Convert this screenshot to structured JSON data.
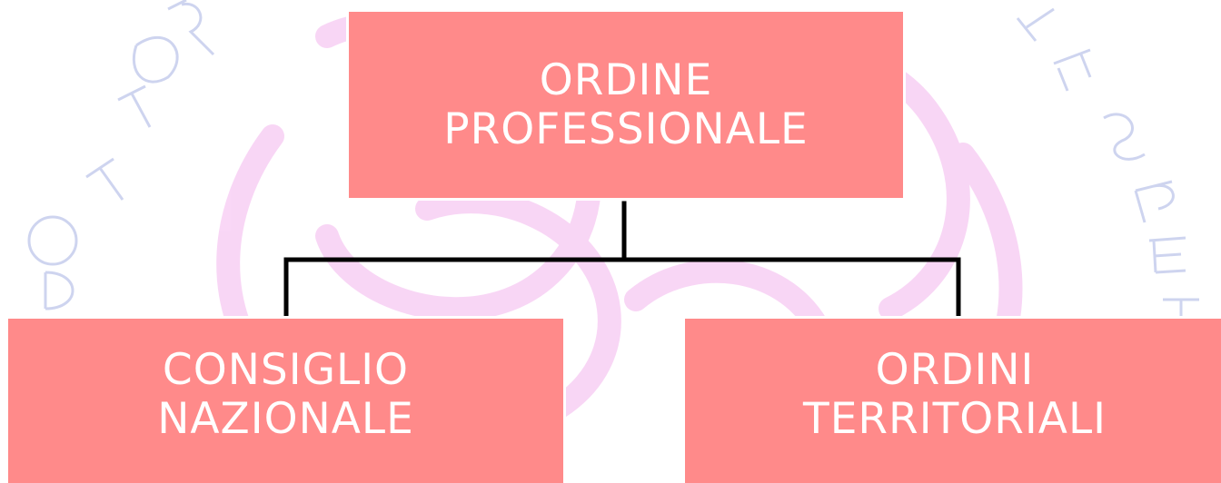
{
  "diagram": {
    "type": "org-chart",
    "root": {
      "lines": [
        "ORDINE",
        "PROFESSIONALE"
      ]
    },
    "children": [
      {
        "lines": [
          "CONSIGLIO",
          "NAZIONALE"
        ]
      },
      {
        "lines": [
          "ORDINI",
          "TERRITORIALI"
        ]
      }
    ]
  },
  "watermark": {
    "text": "DOTTORI … DEI … ESPERTI … CO"
  },
  "colors": {
    "box_fill": "#ff8a8a",
    "box_border": "#ffffff",
    "text": "#ffffff",
    "connector": "#000000",
    "watermark_letters": "#c9d0ee",
    "watermark_swirl": "#f4b6ee",
    "background": "#ffffff"
  }
}
